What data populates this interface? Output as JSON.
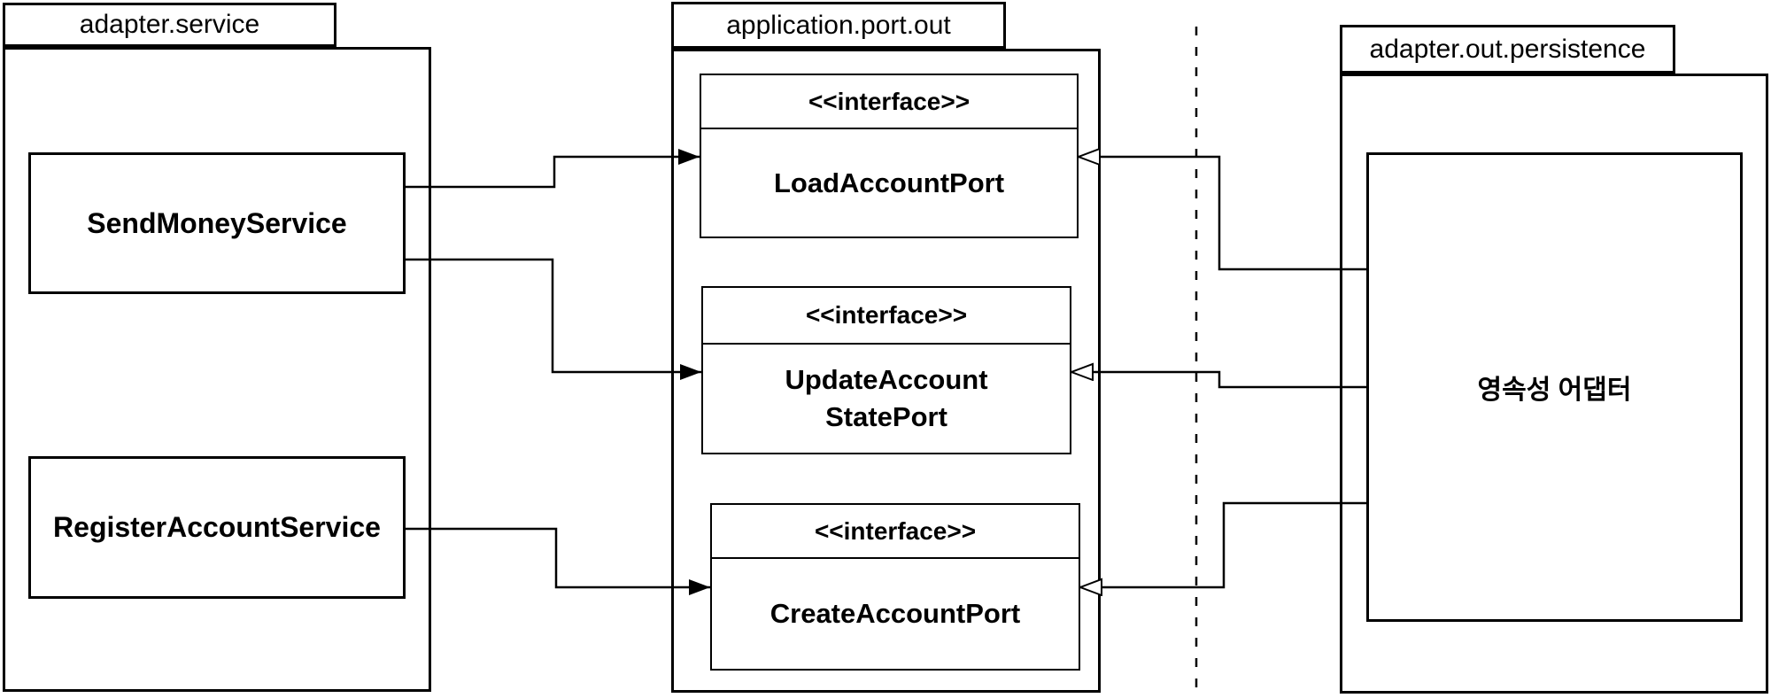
{
  "packages": {
    "adapter_service": {
      "label": "adapter.service"
    },
    "application_port_out": {
      "label": "application.port.out"
    },
    "adapter_out_persistence": {
      "label": "adapter.out.persistence"
    }
  },
  "nodes": {
    "send_money_service": {
      "label": "SendMoneyService"
    },
    "register_account_service": {
      "label": "RegisterAccountService"
    },
    "persistence_adapter": {
      "label": "영속성 어댑터"
    },
    "load_account_port": {
      "stereotype": "<<interface>>",
      "label": "LoadAccountPort"
    },
    "update_account_state_port": {
      "stereotype": "<<interface>>",
      "lines": [
        "UpdateAccount",
        "StatePort"
      ]
    },
    "create_account_port": {
      "stereotype": "<<interface>>",
      "label": "CreateAccountPort"
    }
  },
  "colors": {
    "stroke": "#000000",
    "background": "#ffffff"
  }
}
